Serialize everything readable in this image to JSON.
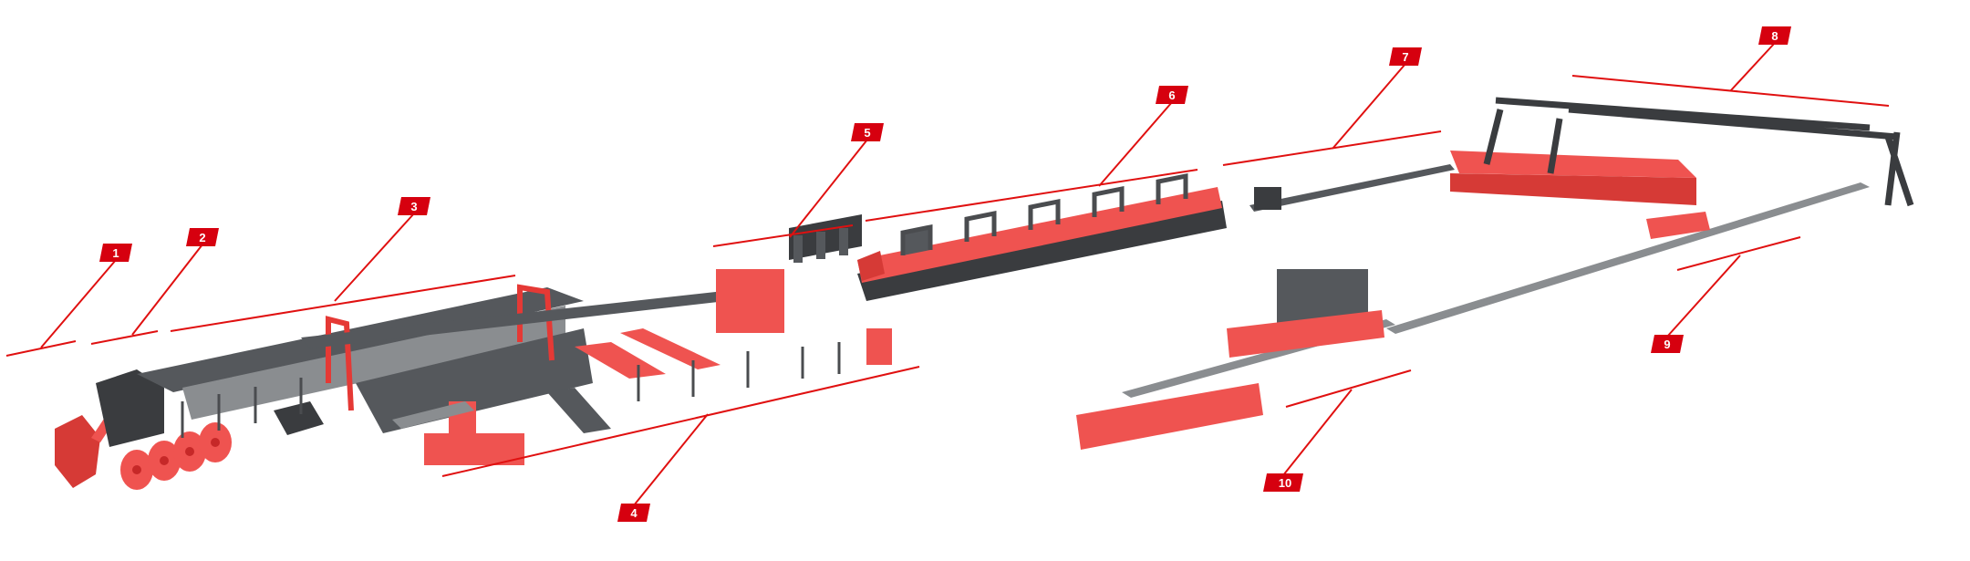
{
  "title": "Production line diagram",
  "callouts": [
    {
      "label": "1"
    },
    {
      "label": "2"
    },
    {
      "label": "3"
    },
    {
      "label": "4"
    },
    {
      "label": "5"
    },
    {
      "label": "6"
    },
    {
      "label": "7"
    },
    {
      "label": "8"
    },
    {
      "label": "9"
    },
    {
      "label": "10"
    }
  ],
  "colors": {
    "accent": "#d6000f",
    "machine": "#55585c",
    "product": "#ef5350"
  }
}
